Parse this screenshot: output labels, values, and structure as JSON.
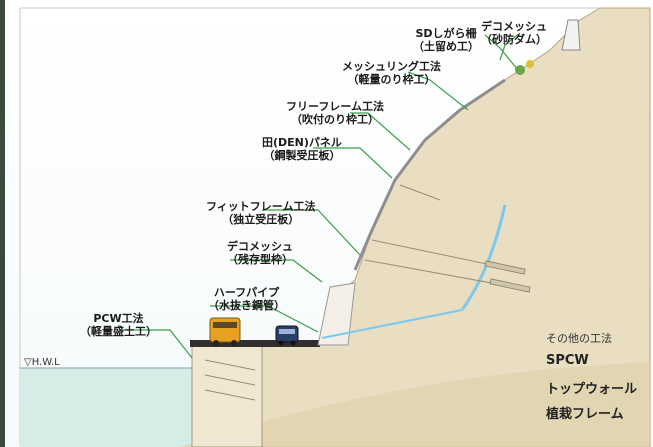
{
  "labels": {
    "deco_top": {
      "line1": "デコメッシュ",
      "line2": "（砂防ダム）"
    },
    "sd": {
      "line1": "SDしがら柵",
      "line2": "（土留め工）"
    },
    "meshing": {
      "line1": "メッシュリング工法",
      "line2": "（軽量のり枠工）"
    },
    "free": {
      "line1": "フリーフレーム工法",
      "line2": "（吹付のり枠工）"
    },
    "den": {
      "line1": "田(DEN)パネル",
      "line2": "（鋼製受圧板）"
    },
    "fit": {
      "line1": "フィットフレーム工法",
      "line2": "（独立受圧板）"
    },
    "deco_mid": {
      "line1": "デコメッシュ",
      "line2": "（残存型枠）"
    },
    "half": {
      "line1": "ハーフパイプ",
      "line2": "（水抜き鋼管）"
    },
    "pcw": {
      "line1": "PCW工法",
      "line2": "（軽量盛土工）"
    }
  },
  "hwl": "▽H.W.L",
  "other": {
    "heading": "その他の工法",
    "items": [
      "SPCW",
      "トップウォール",
      "植栽フレーム"
    ]
  },
  "colors": {
    "slope": "#e8dcbf",
    "slope_dark": "#d8c6a0",
    "leader": "#3aa04a",
    "water": "#cfe8e2",
    "road": "#333333",
    "bus": "#e8a020",
    "car": "#2a3e6a"
  }
}
